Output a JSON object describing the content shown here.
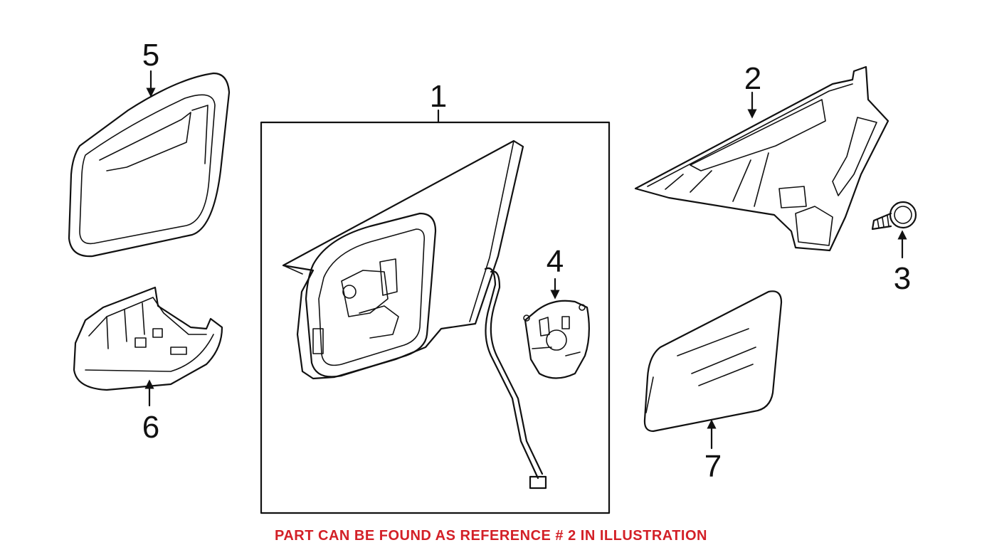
{
  "callouts": {
    "c1": "1",
    "c2": "2",
    "c3": "3",
    "c4": "4",
    "c5": "5",
    "c6": "6",
    "c7": "7"
  },
  "footer_note": "PART CAN BE FOUND AS REFERENCE # 2 IN ILLUSTRATION",
  "colors": {
    "line": "#111111",
    "note": "#d32027",
    "background": "#ffffff"
  }
}
